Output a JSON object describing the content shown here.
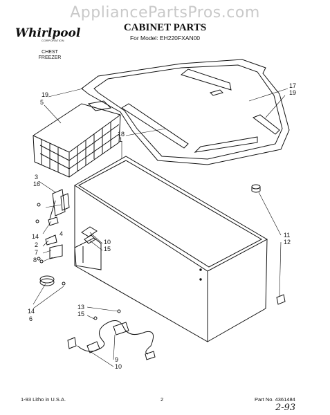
{
  "header": {
    "watermark": "AppliancePartsPros.com",
    "brand": "Whirlpool",
    "brand_sub": "CORPORATION",
    "title": "CABINET PARTS",
    "model_line": "For Model: EH220FXAN00",
    "appliance_type_line1": "CHEST",
    "appliance_type_line2": "FREEZER"
  },
  "callouts": [
    {
      "key": "c19a",
      "label": "19"
    },
    {
      "key": "c5",
      "label": "5"
    },
    {
      "key": "c17",
      "label": "17"
    },
    {
      "key": "c19b",
      "label": "19"
    },
    {
      "key": "c18",
      "label": "18"
    },
    {
      "key": "c1",
      "label": "1"
    },
    {
      "key": "c3",
      "label": "3"
    },
    {
      "key": "c16",
      "label": "16"
    },
    {
      "key": "c4",
      "label": "4"
    },
    {
      "key": "c14a",
      "label": "14"
    },
    {
      "key": "c2",
      "label": "2"
    },
    {
      "key": "c7",
      "label": "7"
    },
    {
      "key": "c8",
      "label": "8"
    },
    {
      "key": "c10a",
      "label": "10"
    },
    {
      "key": "c15a",
      "label": "15"
    },
    {
      "key": "c11",
      "label": "11"
    },
    {
      "key": "c12",
      "label": "12"
    },
    {
      "key": "c14b",
      "label": "14"
    },
    {
      "key": "c6",
      "label": "6"
    },
    {
      "key": "c13",
      "label": "13"
    },
    {
      "key": "c15b",
      "label": "15"
    },
    {
      "key": "c9",
      "label": "9"
    },
    {
      "key": "c10b",
      "label": "10"
    }
  ],
  "footer": {
    "left": "1-93  Litho in U.S.A.",
    "page": "2",
    "part_no": "Part No. 4361484",
    "handwritten": "2-93"
  }
}
